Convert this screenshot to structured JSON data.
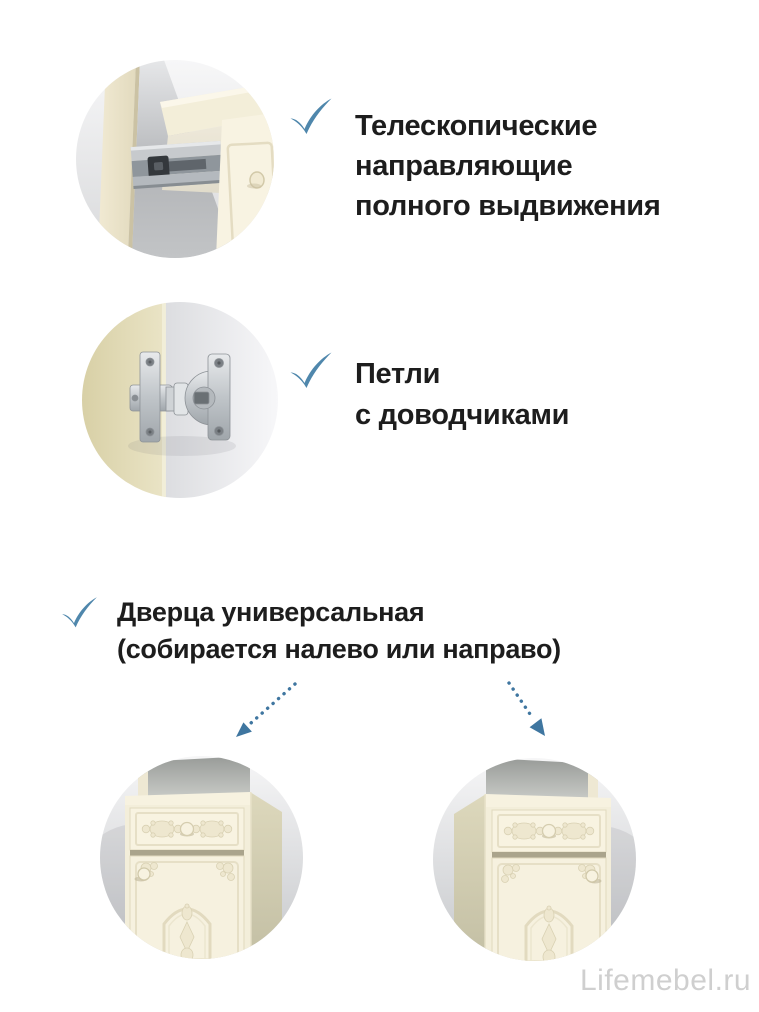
{
  "page": {
    "background": "#ffffff",
    "watermark": "Lifemebel.ru"
  },
  "colors": {
    "checkmark_blue": "#4f87ac",
    "arrow_blue": "#3f76a0",
    "heading_text": "#1d1d1d",
    "watermark_gray": "#cfcfcf",
    "furniture_cream": "#f6f1de",
    "furniture_cream_dark": "#d5cdb0",
    "metal_gray": "#9ba1a7",
    "wall_gray": "#c9cbce"
  },
  "icons": {
    "check": "check-icon",
    "arrow_left": "dotted-arrow-down-left-icon",
    "arrow_right": "dotted-arrow-down-right-icon"
  },
  "features": [
    {
      "image": "drawer-telescopic-slide-photo",
      "lines": [
        "Телескопические",
        "направляющие",
        "полного выдвижения"
      ]
    },
    {
      "image": "soft-close-hinge-photo",
      "lines": [
        "Петли",
        "с доводчиками"
      ]
    },
    {
      "images": [
        "cabinet-door-left-variant-photo",
        "cabinet-door-right-variant-photo"
      ],
      "lines": [
        "Дверца универсальная",
        "(собирается налево или направо)"
      ]
    }
  ]
}
